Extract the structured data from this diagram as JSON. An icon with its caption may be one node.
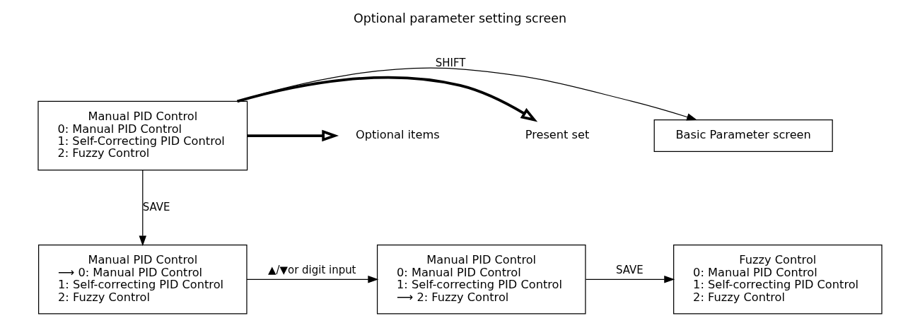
{
  "diagram": {
    "title": "Optional parameter setting screen",
    "nodes": [
      {
        "text": [
          "Basic Parameter screen"
        ]
      },
      {
        "text": [
          "Manual PID Control",
          "0: Manual PID Control",
          "1: Self-Correcting PID Control",
          "2: Fuzzy Control"
        ]
      },
      {
        "text": [
          "Present set"
        ]
      },
      {
        "text": [
          "Optional items"
        ]
      },
      {
        "text": [
          "Manual PID Control",
          "⟶ 0: Manual PID Control",
          "1: Self-correcting PID Control",
          "2: Fuzzy Control"
        ]
      },
      {
        "text": [
          "Manual PID Control",
          "0: Manual PID Control",
          "1: Self-correcting PID Control",
          "⟶ 2: Fuzzy Control"
        ]
      },
      {
        "text": [
          "Fuzzy Control",
          "0: Manual PID Control",
          "1: Self-correcting PID Control",
          "2: Fuzzy Control"
        ]
      }
    ],
    "edges": [
      {
        "from": 1,
        "to": 0,
        "arrow": "to",
        "label": "SHIFT"
      },
      {
        "from": 1,
        "to": 2,
        "arrow": "to",
        "style": "thick"
      },
      {
        "from": 1,
        "to": 3,
        "arrow": "to",
        "style": "thick"
      },
      {
        "from": 1,
        "to": 4,
        "arrow": "to",
        "label": "SAVE"
      },
      {
        "from": 4,
        "to": 5,
        "arrow": "to",
        "label": "▲/▼or digit input"
      },
      {
        "from": 5,
        "to": 6,
        "arrow": "to",
        "label": "SAVE"
      }
    ]
  }
}
